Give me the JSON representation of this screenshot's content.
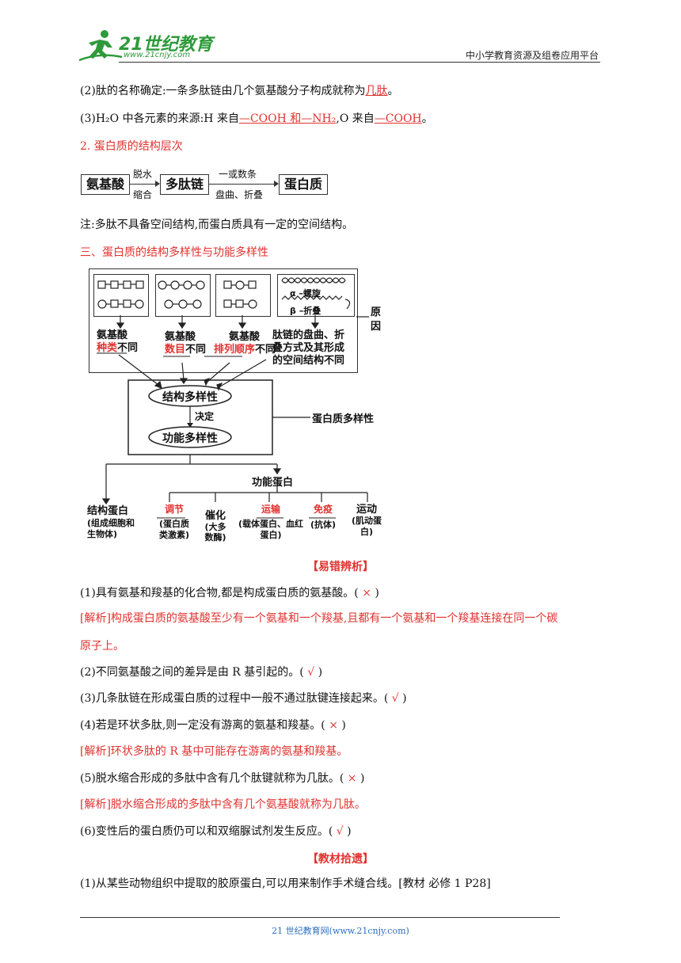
{
  "header": {
    "logo_main": "21世纪教育",
    "logo_sub": "www.21cnjy.com",
    "platform": "中小学教育资源及组卷应用平台"
  },
  "section1": {
    "line2_pre": "(2)肽的名称确定:一条多肽链由几个氨基酸分子构成就称为",
    "line2_ans": "几肽",
    "line2_post": "。",
    "line3_pre": "(3)H₂O 中各元素的来源:H 来自",
    "line3_ans1": "—COOH 和—NH₂",
    "line3_mid": ",O 来自",
    "line3_ans2": "—COOH",
    "line3_post": "。"
  },
  "section2": {
    "title": "2. 蛋白质的结构层次",
    "flow": {
      "box1": "氨基酸",
      "arrow1_top": "脱水",
      "arrow1_bottom": "缩合",
      "box2": "多肽链",
      "arrow2_top": "一或数条",
      "arrow2_bottom": "盘曲、折叠",
      "box3": "蛋白质"
    },
    "note": "注:多肽不具备空间结构,而蛋白质具有一定的空间结构。"
  },
  "section3": {
    "title": "三、蛋白质的结构多样性与功能多样性",
    "diagram": {
      "alpha": "α –螺旋",
      "beta": "β –折叠",
      "cause_label": "原因",
      "c1_pre": "氨基酸",
      "c1_red": "种类",
      "c1_post": "不同",
      "c2_pre": "氨基酸",
      "c2_red": "数目",
      "c2_post": "不同",
      "c3_pre": "氨基酸",
      "c3_red": "排列顺序",
      "c3_post": "不同",
      "c4_line1": "肽链的盘曲、折",
      "c4_line2": "叠方式及其形成",
      "c4_line3": "的空间结构不同",
      "structure_div": "结构多样性",
      "decides": "决定",
      "function_div": "功能多样性",
      "protein_div": "蛋白质多样性",
      "func_protein": "功能蛋白",
      "structural_title": "结构蛋白",
      "structural_desc": "(组成细胞和生物体)",
      "f1_red": "调节",
      "f1_desc": "(蛋白质类激素)",
      "f2_title": "催化",
      "f2_desc": "(大多数酶)",
      "f3_red": "运输",
      "f3_desc": "(载体蛋白、血红蛋白)",
      "f4_red": "免疫",
      "f4_desc": "(抗体)",
      "f5_title": "运动",
      "f5_desc": "(肌动蛋白)"
    }
  },
  "errors": {
    "title": "【易错辨析】",
    "items": [
      {
        "text": "(1)具有氨基和羧基的化合物,都是构成蛋白质的氨基酸。(",
        "mark": "×",
        "close": ")"
      },
      {
        "text": "(2)不同氨基酸之间的差异是由 R 基引起的。(",
        "mark": "√",
        "close": ")"
      },
      {
        "text": "(3)几条肽链在形成蛋白质的过程中一般不通过肽键连接起来。(",
        "mark": "√",
        "close": ")"
      },
      {
        "text": "(4)若是环状多肽,则一定没有游离的氨基和羧基。(",
        "mark": "×",
        "close": ")"
      },
      {
        "text": "(5)脱水缩合形成的多肽中含有几个肽键就称为几肽。(",
        "mark": "×",
        "close": ")"
      },
      {
        "text": "(6)变性后的蛋白质仍可以和双缩脲试剂发生反应。(",
        "mark": "√",
        "close": ")"
      }
    ],
    "explain1_line1": "[解析]构成蛋白质的氨基酸至少有一个氨基和一个羧基,且都有一个氨基和一个羧基连接在同一个碳",
    "explain1_line2": "原子上。",
    "explain4": "[解析]环状多肽的 R 基中可能存在游离的氨基和羧基。",
    "explain5": "[解析]脱水缩合形成的多肽中含有几个氨基酸就称为几肽。"
  },
  "textbook": {
    "title": "【教材拾遗】",
    "item1": "(1)从某些动物组织中提取的胶原蛋白,可以用来制作手术缝合线。[教材  必修 1 P28]"
  },
  "footer": {
    "text": "21 世纪教育网(www.21cnjy.com)"
  }
}
